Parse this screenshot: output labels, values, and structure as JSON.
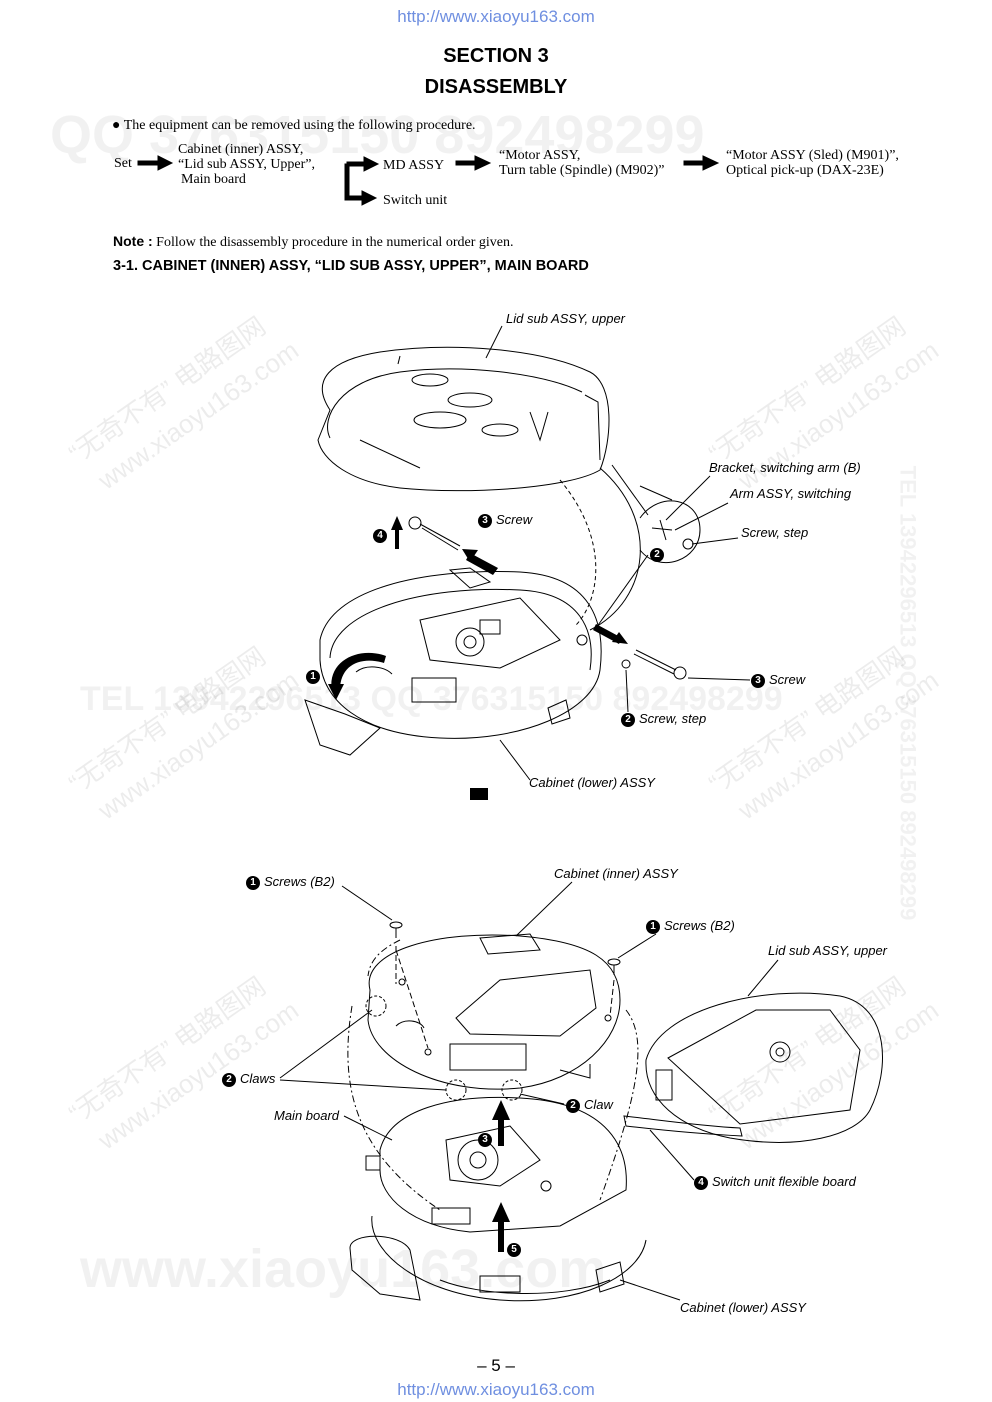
{
  "header": {
    "url": "http://www.xiaoyu163.com"
  },
  "section": {
    "number": "SECTION 3",
    "title": "DISASSEMBLY"
  },
  "intro": {
    "text": "The equipment can be removed using the following procedure."
  },
  "flow": {
    "set": "Set",
    "step1_line1": "Cabinet (inner) ASSY,",
    "step1_line2": "“Lid sub ASSY, Upper”,",
    "step1_line3": "Main board",
    "md_assy": "MD ASSY",
    "switch_unit": "Switch unit",
    "motor_line1": "“Motor ASSY,",
    "motor_line2": "Turn table (Spindle) (M902)”",
    "sled_line1": "“Motor ASSY (Sled) (M901)”,",
    "sled_line2": "Optical pick-up (DAX-23E)"
  },
  "note": {
    "label": "Note :",
    "text": "Follow the disassembly procedure in the numerical order given."
  },
  "subsection": {
    "title": "3-1. CABINET (INNER) ASSY, “LID SUB ASSY, UPPER”, MAIN BOARD"
  },
  "fig1": {
    "lid_sub_assy_upper": "Lid sub ASSY, upper",
    "bracket": "Bracket, switching arm (B)",
    "arm_assy": "Arm ASSY, switching",
    "screw_step_right": "Screw, step",
    "screw_left": "Screw",
    "screw_right": "Screw",
    "screw_step_bottom": "Screw, step",
    "cabinet_lower": "Cabinet (lower) ASSY",
    "num1": "1",
    "num2": "2",
    "num3": "3",
    "num4": "4"
  },
  "fig2": {
    "screws_b2_left": "Screws (B2)",
    "cabinet_inner": "Cabinet (inner) ASSY",
    "screws_b2_right": "Screws (B2)",
    "lid_sub_assy_upper": "Lid sub ASSY, upper",
    "claws": "Claws",
    "main_board": "Main board",
    "claw": "Claw",
    "switch_flex": "Switch unit flexible board",
    "cabinet_lower": "Cabinet (lower) ASSY",
    "num1": "1",
    "num2": "2",
    "num3": "3",
    "num4": "4",
    "num5": "5"
  },
  "footer": {
    "page": "– 5 –",
    "url": "http://www.xiaoyu163.com"
  },
  "watermarks": {
    "qq": "QQ 376315150  892498299",
    "tel": "TEL 13942296513  QQ 376315150  892498299",
    "www": "www.xiaoyu163.com",
    "side": "TEL 13942296513  QQ 376315150  892498299",
    "stamp1": "“无奇不有” 电路图网",
    "stamp2": "www.xiaoyu163.com"
  }
}
